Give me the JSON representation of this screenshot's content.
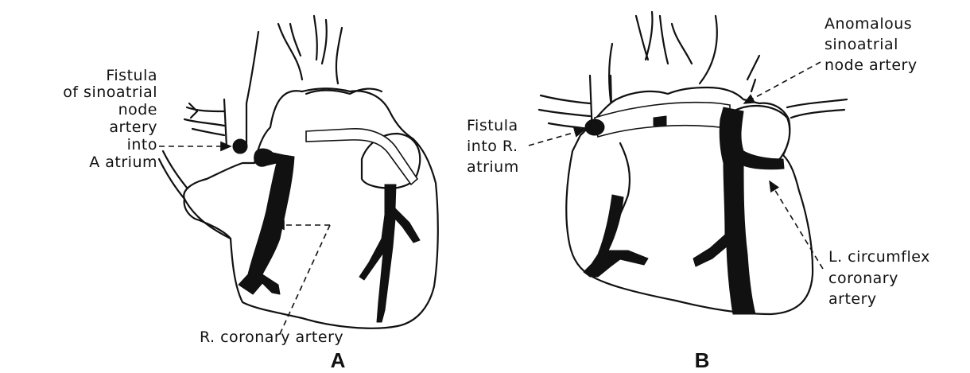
{
  "panels": {
    "a": {
      "letter": "A",
      "fistula_label": [
        "Fistula",
        "of sinoatrial",
        "node",
        "artery",
        "into",
        "A atrium"
      ],
      "coronary_label": "R. coronary artery"
    },
    "b": {
      "letter": "B",
      "anomalous_label": [
        "Anomalous",
        "sinoatrial",
        "node artery"
      ],
      "fistula_label": [
        "Fistula",
        "into R.",
        "atrium"
      ],
      "circumflex_label": [
        "L. circumflex",
        "coronary",
        "artery"
      ]
    }
  },
  "colors": {
    "ink": "#111111",
    "background": "#ffffff"
  }
}
